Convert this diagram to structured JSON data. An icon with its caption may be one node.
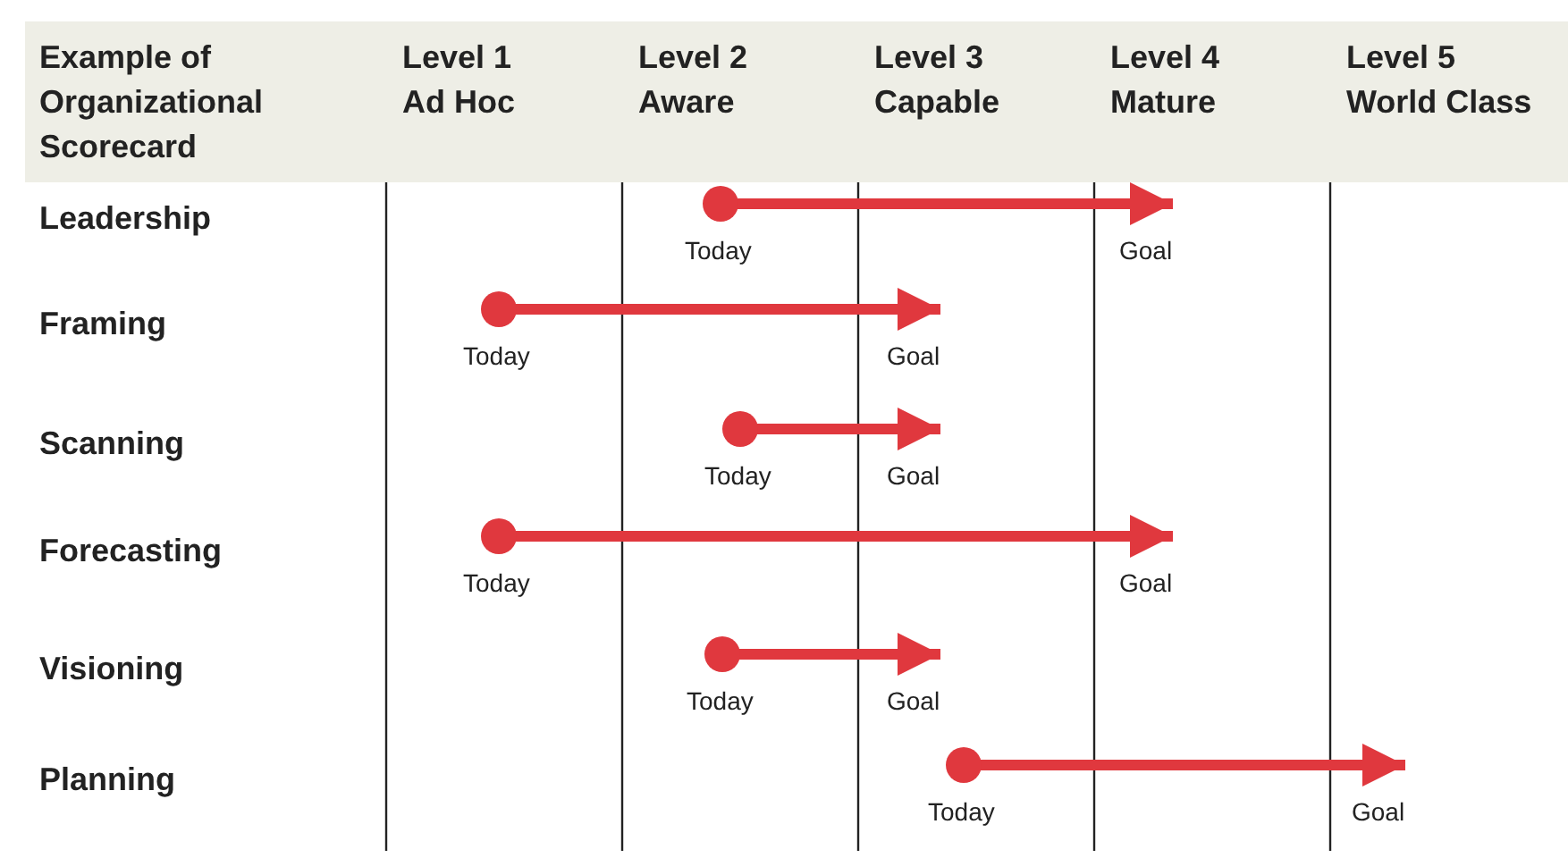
{
  "diagram": {
    "nodes": [
      {
        "text": [
          "Today"
        ]
      },
      {
        "text": [
          "Goal"
        ]
      },
      {
        "text": [
          "Today"
        ]
      },
      {
        "text": [
          "Goal"
        ]
      },
      {
        "text": [
          "Today"
        ]
      },
      {
        "text": [
          "Goal"
        ]
      },
      {
        "text": [
          "Today"
        ]
      },
      {
        "text": [
          "Goal"
        ]
      },
      {
        "text": [
          "Today"
        ]
      },
      {
        "text": [
          "Goal"
        ]
      },
      {
        "text": [
          "Today"
        ]
      },
      {
        "text": [
          "Goal"
        ]
      }
    ],
    "edges": [
      {
        "from": 0,
        "to": 1,
        "arrow": "to"
      },
      {
        "from": 2,
        "to": 3,
        "arrow": "to"
      },
      {
        "from": 4,
        "to": 5,
        "arrow": "to"
      },
      {
        "from": 6,
        "to": 7,
        "arrow": "to"
      },
      {
        "from": 8,
        "to": 9,
        "arrow": "to"
      },
      {
        "from": 10,
        "to": 11,
        "arrow": "to"
      }
    ],
    "labels": [
      "Example of Organizational Scorecard",
      "Level 1 Ad Hoc",
      "Level 2 Aware",
      "Level 3 Capable",
      "Level 4 Mature",
      "Level 5 World Class",
      "Leadership",
      "Framing",
      "Scanning",
      "Forecasting",
      "Visioning",
      "Planning"
    ]
  }
}
